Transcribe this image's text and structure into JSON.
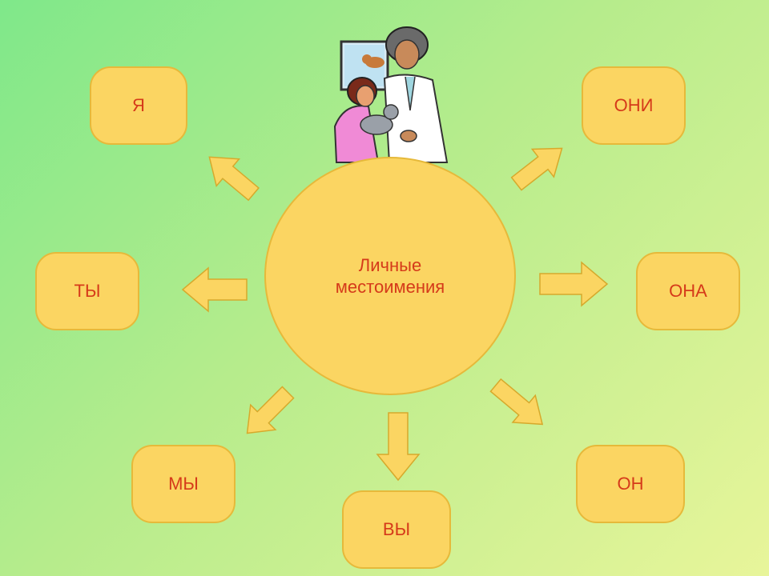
{
  "center": {
    "line1": "Личные",
    "line2": "местоимения"
  },
  "pronouns": {
    "ya": "Я",
    "oni": "ОНИ",
    "ty": "ТЫ",
    "ona": "ОНА",
    "my": "МЫ",
    "vy": "ВЫ",
    "on": "ОН"
  },
  "colors": {
    "box_fill": "#fbd562",
    "text": "#d53a1a",
    "background_from": "#7fe88a",
    "background_to": "#e8f59a"
  },
  "illustration": "veterinarian-with-child-and-cat"
}
